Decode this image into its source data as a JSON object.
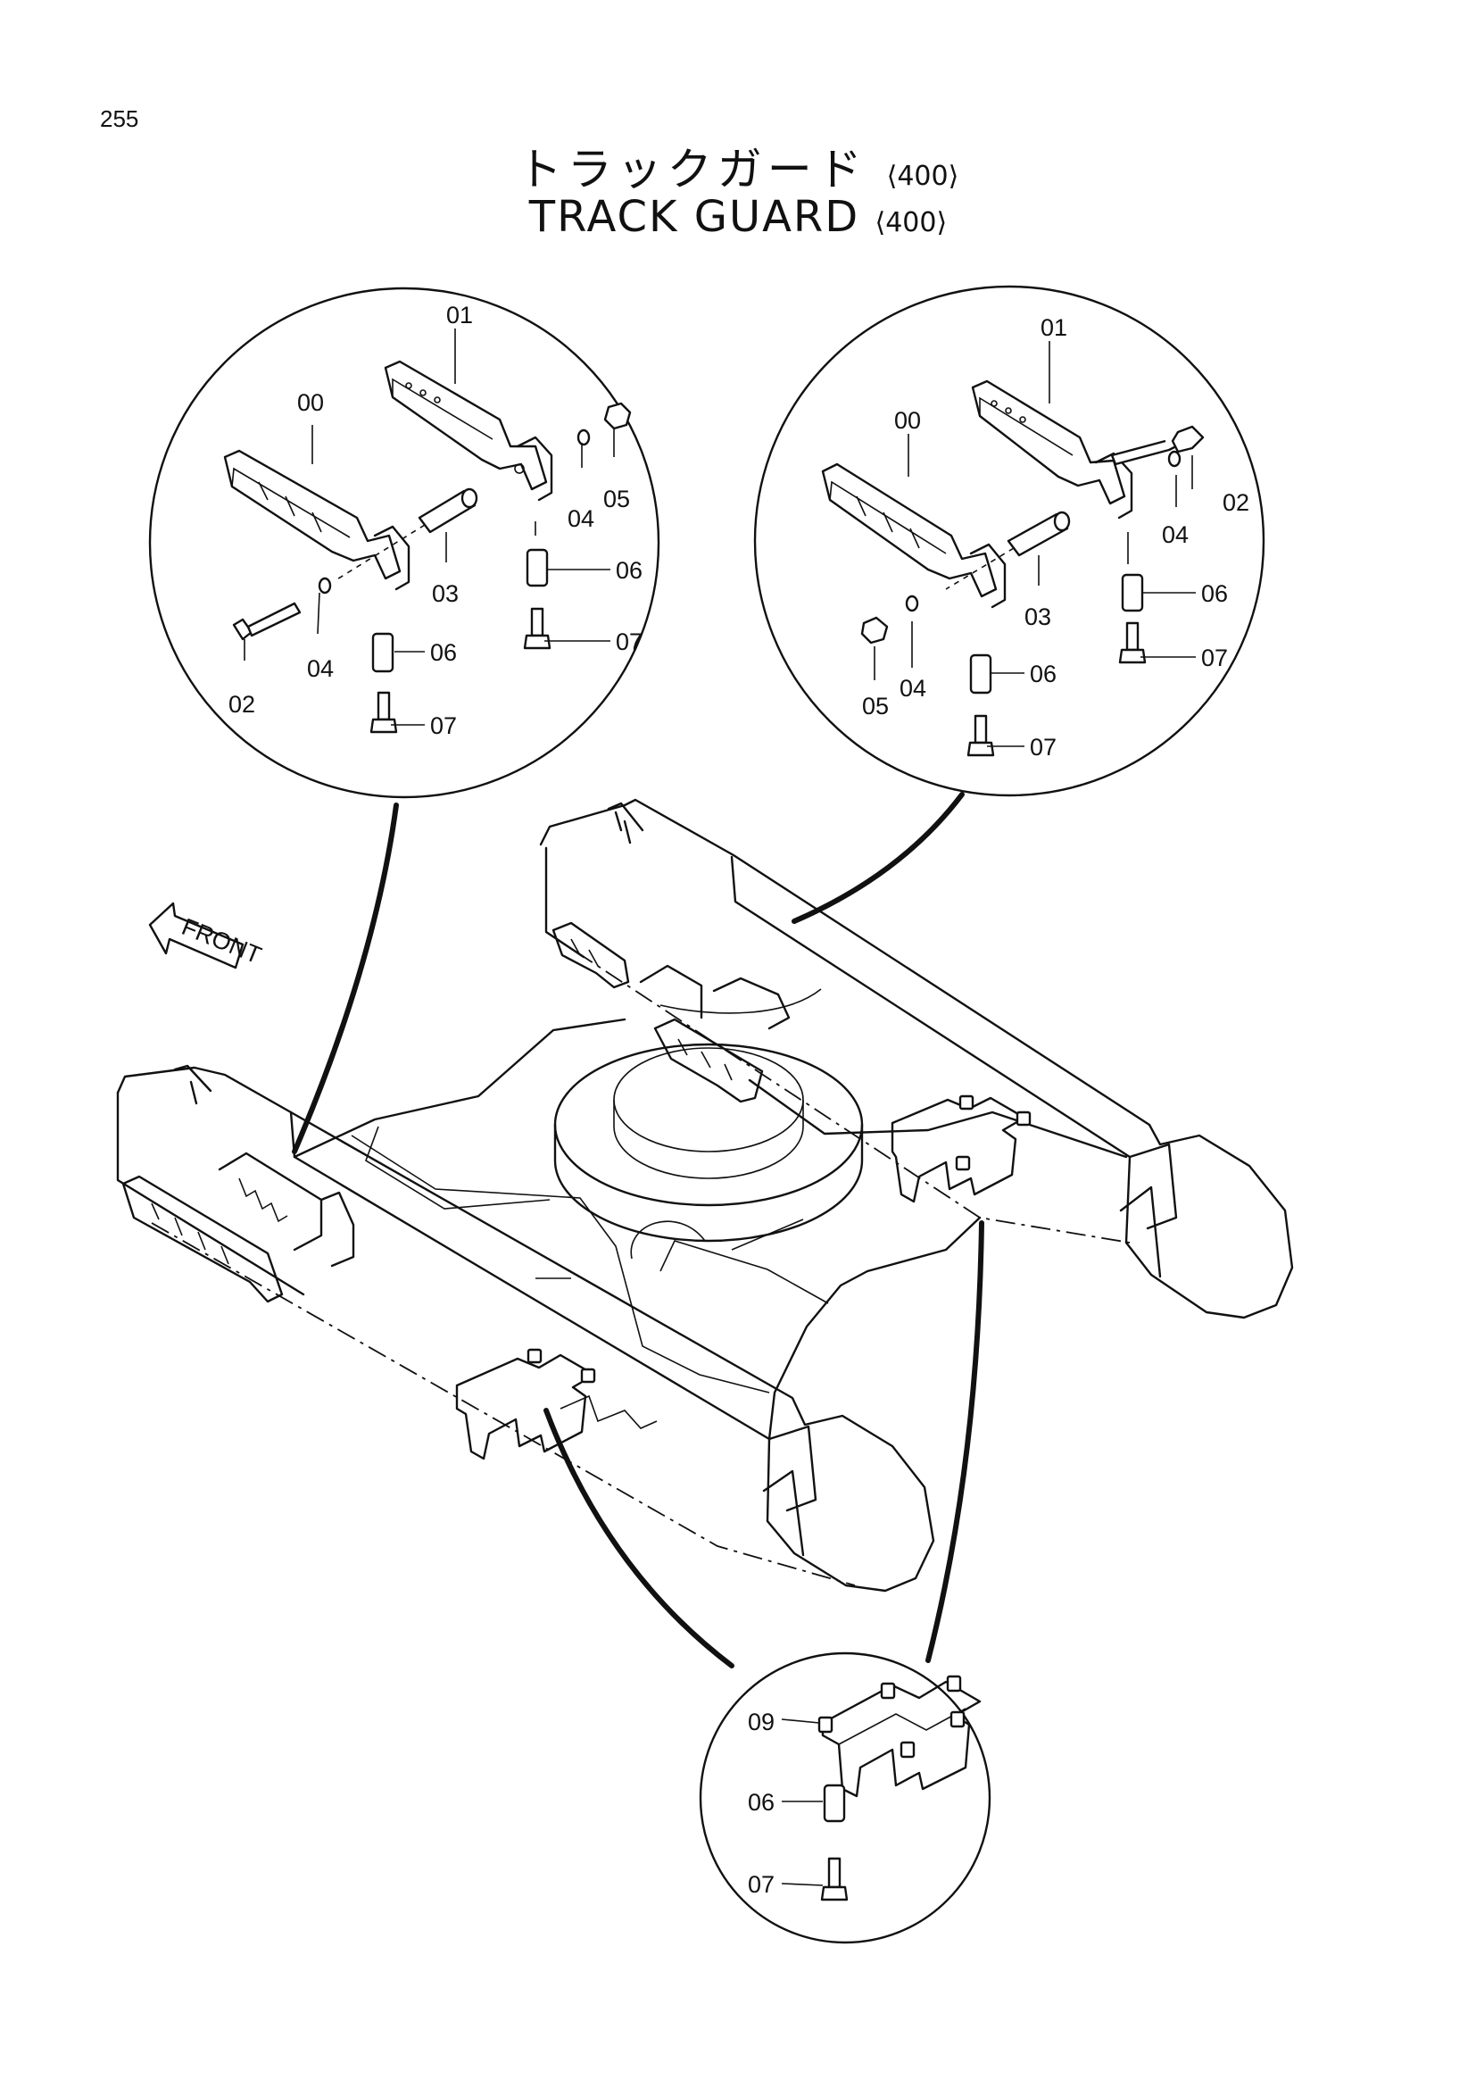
{
  "page_number": "255",
  "title_jp": "トラックガード",
  "title_en": "TRACK GUARD",
  "model_code": "⟨400⟩",
  "front_label": "FRONT",
  "callouts_left": {
    "c01": "01",
    "c00": "00",
    "c05": "05",
    "c04a": "04",
    "c03": "03",
    "c06a": "06",
    "c07a": "07",
    "c04b": "04",
    "c06b": "06",
    "c02": "02",
    "c07b": "07"
  },
  "callouts_right": {
    "c01": "01",
    "c00": "00",
    "c02": "02",
    "c04a": "04",
    "c03": "03",
    "c06a": "06",
    "c07a": "07",
    "c05": "05",
    "c04b": "04",
    "c06b": "06",
    "c07b": "07"
  },
  "callouts_bottom": {
    "c09": "09",
    "c06": "06",
    "c07": "07"
  }
}
